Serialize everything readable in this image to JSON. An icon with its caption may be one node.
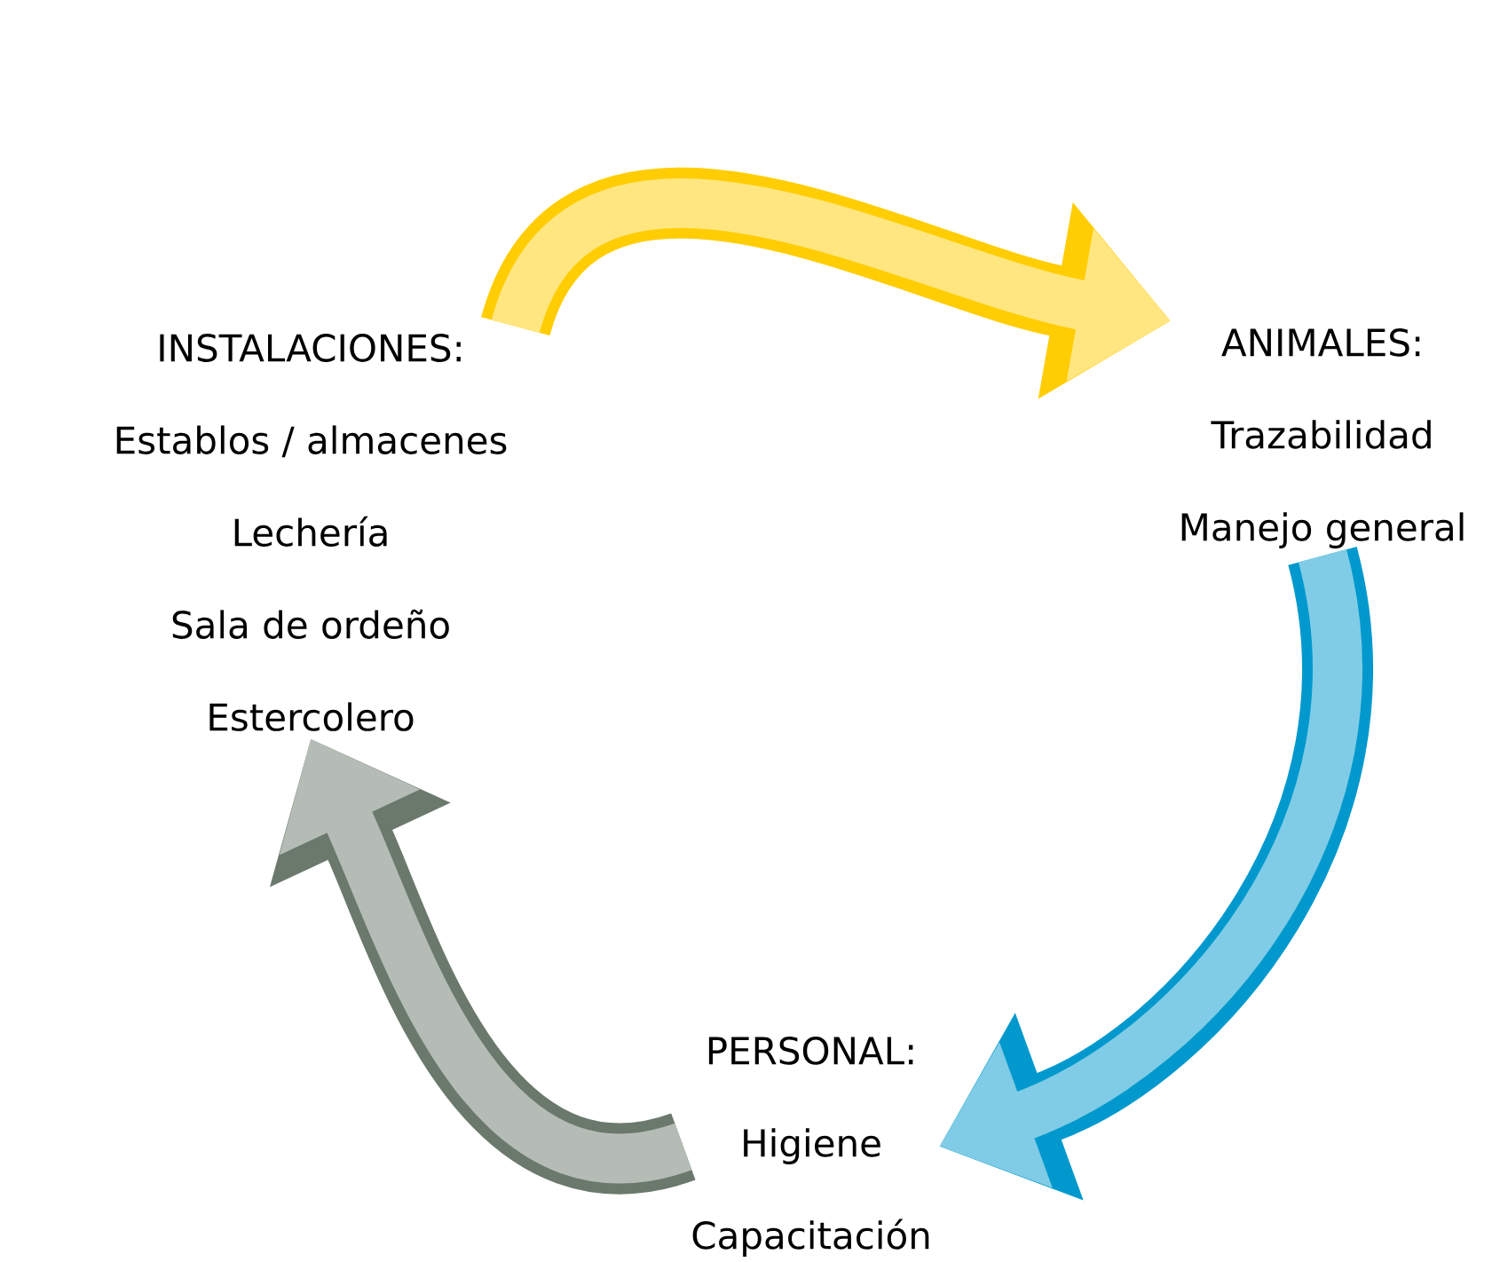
{
  "diagram": {
    "nodes": [
      {
        "text": [
          "INSTALACIONES:",
          "Establos / almacenes",
          "Lechería",
          "Sala de ordeño",
          "Estercolero"
        ]
      },
      {
        "text": [
          "ANIMALES:",
          "Trazabilidad",
          "Manejo general"
        ]
      },
      {
        "text": [
          "PERSONAL:",
          "Higiene",
          "Capacitación"
        ]
      }
    ],
    "edges": [
      {
        "from": 0,
        "to": 1,
        "arrow": "to",
        "color": "#ffe680"
      },
      {
        "from": 1,
        "to": 2,
        "arrow": "to",
        "color": "#80cce6"
      },
      {
        "from": 2,
        "to": 0,
        "arrow": "to",
        "color": "#b5bcb6"
      }
    ]
  }
}
